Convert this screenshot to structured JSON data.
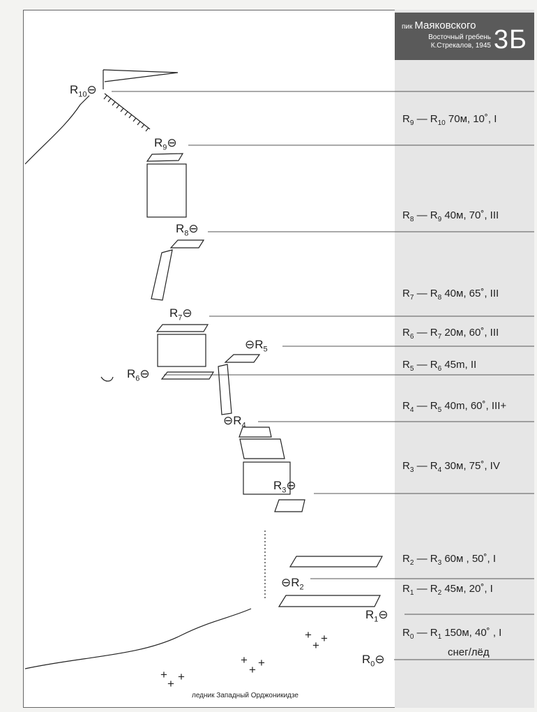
{
  "header": {
    "peak_prefix": "пик",
    "peak_name": "Маяковского",
    "route": "Восточный гребень",
    "author_year": "К.Стрекалов, 1945",
    "category": "3Б"
  },
  "pitches": [
    {
      "from": "9",
      "to": "10",
      "rest": " 70м, 10˚, I"
    },
    {
      "from": "8",
      "to": "9",
      "rest": " 40м, 70˚, III"
    },
    {
      "from": "7",
      "to": "8",
      "rest": " 40м, 65˚, III"
    },
    {
      "from": "6",
      "to": "7",
      "rest": " 20м, 60˚, III"
    },
    {
      "from": "5",
      "to": "6",
      "rest": " 45m, II"
    },
    {
      "from": "4",
      "to": "5",
      "rest": " 40m, 60˚, III+"
    },
    {
      "from": "3",
      "to": "4",
      "rest": " 30м,  75˚, IV"
    },
    {
      "from": "2",
      "to": "3",
      "rest": " 60м , 50˚, I"
    },
    {
      "from": "1",
      "to": "2",
      "rest": " 45м, 20˚, I"
    },
    {
      "from": "0",
      "to": "1",
      "rest": " 150м, 40˚ , I"
    }
  ],
  "snow_ice": "снег/лёд",
  "points": [
    {
      "letter": "R",
      "num": "10",
      "glyph": "⊖"
    },
    {
      "letter": "R",
      "num": "9",
      "glyph": "⊖"
    },
    {
      "letter": "R",
      "num": "8",
      "glyph": "⊖"
    },
    {
      "letter": "R",
      "num": "7",
      "glyph": "⊖"
    },
    {
      "letter": "R",
      "num": "6",
      "glyph": "⊖"
    },
    {
      "letter": "R",
      "num": "5",
      "glyph": "⊖"
    },
    {
      "letter": "R",
      "num": "4",
      "glyph": "⊖"
    },
    {
      "letter": "R",
      "num": "3",
      "glyph": "⊖"
    },
    {
      "letter": "R",
      "num": "2",
      "glyph": "⊖"
    },
    {
      "letter": "R",
      "num": "1",
      "glyph": "⊖"
    },
    {
      "letter": "R",
      "num": "0",
      "glyph": "⊖"
    }
  ],
  "pitch_dash": " — ",
  "crevasse_mark": "+",
  "glacier_label": "ледник Западный Орджоникидзе"
}
